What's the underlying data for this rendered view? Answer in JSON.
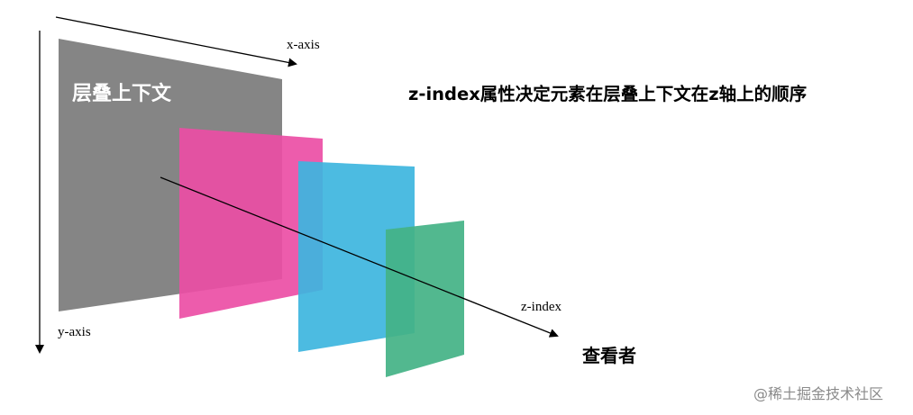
{
  "labels": {
    "stacking_context": "层叠上下文",
    "description": "z-index属性决定元素在层叠上下文在z轴上的顺序",
    "x_axis": "x-axis",
    "y_axis": "y-axis",
    "z_index": "z-index",
    "viewer": "查看者"
  },
  "watermark": "@稀土掘金技术社区",
  "colors": {
    "layer_gray": "#858585",
    "layer_pink": "#ec4ea5",
    "layer_blue": "#3db5de",
    "layer_green": "#43b286",
    "text": "#000000",
    "watermark": "#8a8a8a"
  }
}
